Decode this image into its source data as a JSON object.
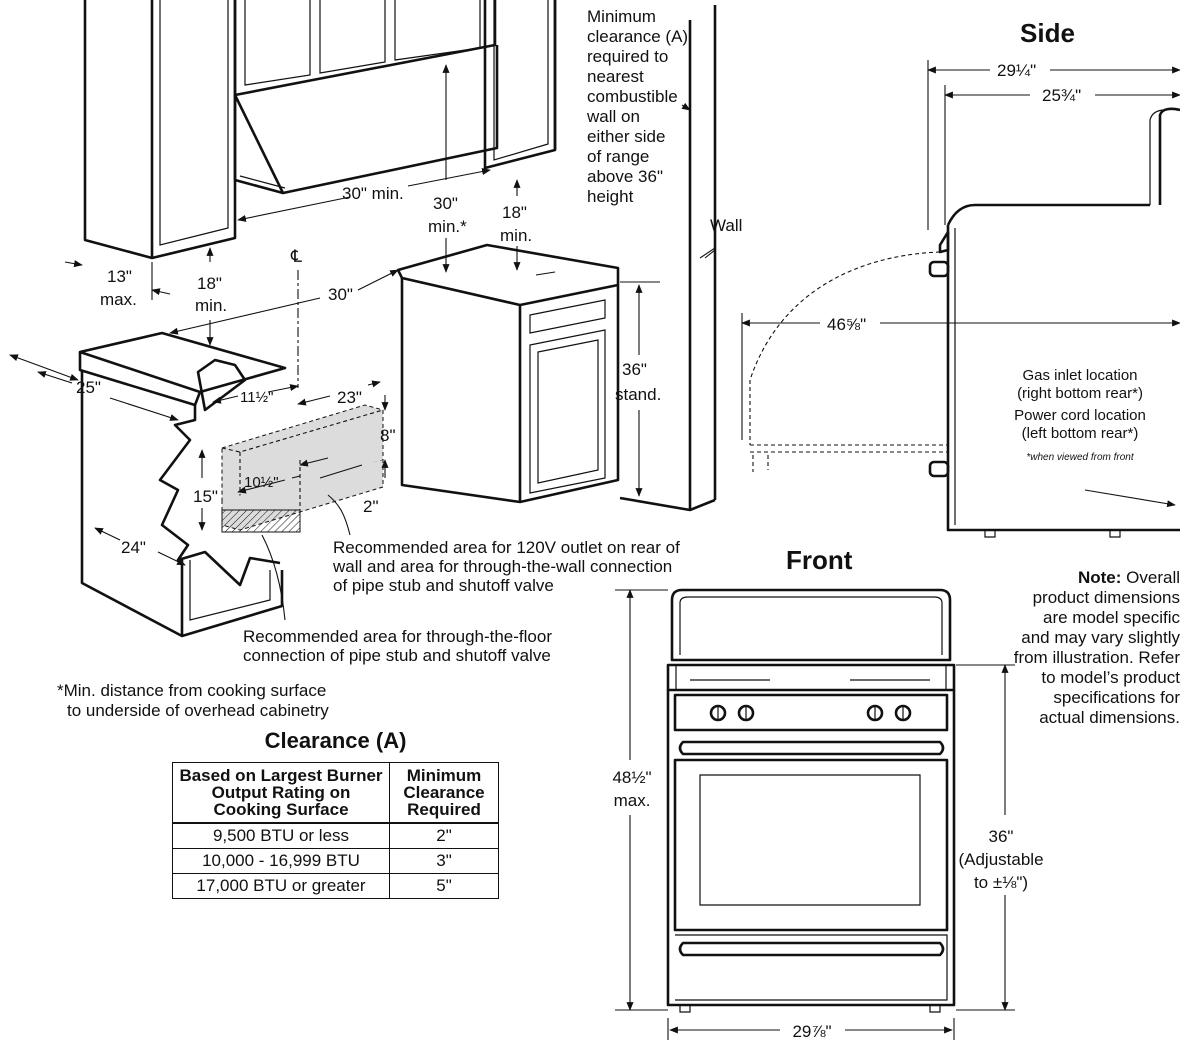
{
  "install": {
    "d30_min_horiz": "30\" min.",
    "d30_min_vert_a": "30\"",
    "d30_min_vert_b": "min.*",
    "d18_min_right_a": "18\"",
    "d18_min_right_b": "min.",
    "d18_min_left_a": "18\"",
    "d18_min_left_b": "min.",
    "d13_max_a": "13\"",
    "d13_max_b": "max.",
    "centerline": "℄",
    "d30_width": "30\"",
    "d25": "25\"",
    "d24": "24\"",
    "d11_5": "11½\"",
    "d23": "23\"",
    "d8": "8\"",
    "d15": "15\"",
    "d10_5": "10½\"",
    "d2": "2\"",
    "d36_stand_a": "36\"",
    "d36_stand_b": "stand.",
    "wall": "Wall",
    "clearance_note": [
      "Minimum",
      "clearance (A)",
      "required to",
      "nearest",
      "combustible",
      "wall on",
      "either side",
      "of range",
      "above 36\"",
      "height"
    ],
    "outlet_note": [
      "Recommended area for 120V outlet on rear of",
      "wall and area for through-the-wall connection",
      "of pipe stub and shutoff valve"
    ],
    "floor_note": [
      "Recommended area for through-the-floor",
      "connection of pipe stub and shutoff valve"
    ],
    "footnote": [
      "*Min. distance from cooking surface",
      "to underside of overhead cabinetry"
    ]
  },
  "clearance_table": {
    "title": "Clearance (A)",
    "headers": [
      "Based on Largest Burner Output Rating on Cooking Surface",
      "Minimum Clearance Required"
    ],
    "rows": [
      [
        "9,500 BTU or less",
        "2\""
      ],
      [
        "10,000 - 16,999 BTU",
        "3\""
      ],
      [
        "17,000 BTU or greater",
        "5\""
      ]
    ]
  },
  "side_view": {
    "title": "Side",
    "d29_25": "29¼\"",
    "d25_75": "25¾\"",
    "d46_625": "46⅝\"",
    "gas_inlet": [
      "Gas inlet location",
      "(right bottom rear*)"
    ],
    "power_cord": [
      "Power cord location",
      "(left bottom rear*)"
    ],
    "viewed_note": "*when viewed from front"
  },
  "front_view": {
    "title": "Front",
    "d48_5_a": "48½\"",
    "d48_5_b": "max.",
    "d36_a": "36\"",
    "d36_b": "(Adjustable",
    "d36_c": "to ±⅛\")",
    "d29_875": "29⅞\""
  },
  "note": {
    "lead": "Note:",
    "first": " Overall",
    "lines": [
      "product dimensions",
      "are model specific",
      "and may vary slightly",
      "from illustration. Refer",
      "to model’s product",
      "specifications for",
      "actual dimensions."
    ]
  }
}
